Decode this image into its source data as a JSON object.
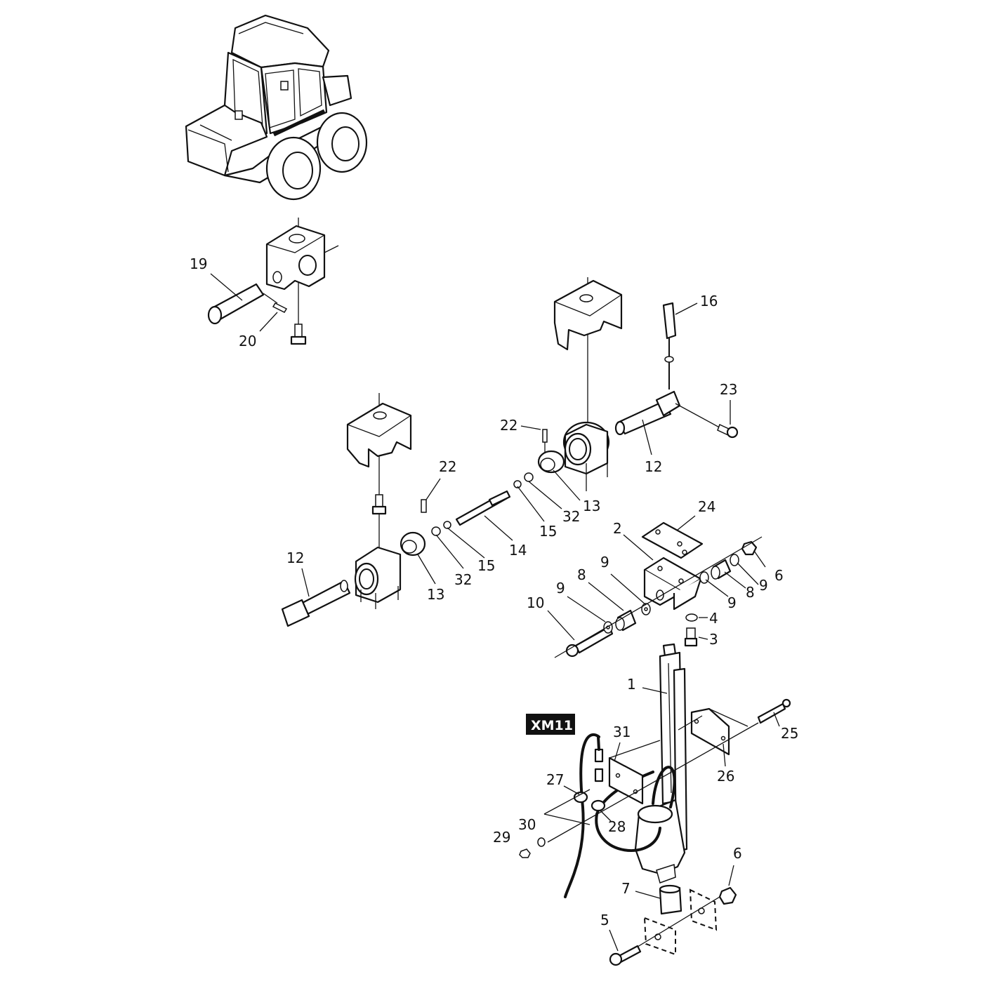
{
  "connector_badge": "XM11",
  "callouts": [
    "1",
    "2",
    "3",
    "4",
    "5",
    "6",
    "6",
    "7",
    "8",
    "8",
    "9",
    "9",
    "9",
    "9",
    "10",
    "12",
    "12",
    "13",
    "13",
    "14",
    "15",
    "15",
    "16",
    "19",
    "20",
    "22",
    "22",
    "23",
    "24",
    "25",
    "26",
    "27",
    "28",
    "29",
    "30",
    "31",
    "32",
    "32"
  ]
}
